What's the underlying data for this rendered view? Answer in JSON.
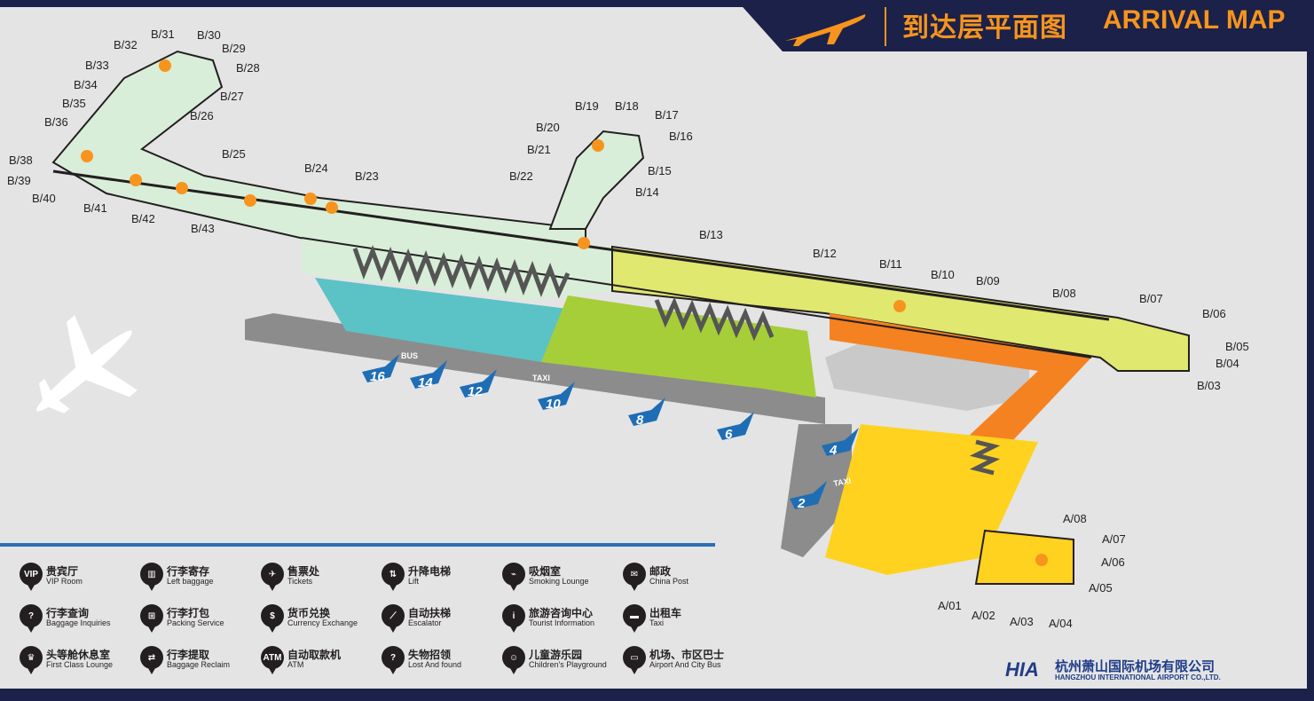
{
  "header": {
    "title_cn": "到达层平面图",
    "title_en": "ARRIVAL MAP"
  },
  "gates": [
    {
      "id": "b31",
      "label": "B/31"
    },
    {
      "id": "b30",
      "label": "B/30"
    },
    {
      "id": "b32",
      "label": "B/32"
    },
    {
      "id": "b29",
      "label": "B/29"
    },
    {
      "id": "b28",
      "label": "B/28"
    },
    {
      "id": "b33",
      "label": "B/33"
    },
    {
      "id": "b34",
      "label": "B/34"
    },
    {
      "id": "b27",
      "label": "B/27"
    },
    {
      "id": "b35",
      "label": "B/35"
    },
    {
      "id": "b26",
      "label": "B/26"
    },
    {
      "id": "b36",
      "label": "B/36"
    },
    {
      "id": "b38",
      "label": "B/38"
    },
    {
      "id": "b39",
      "label": "B/39"
    },
    {
      "id": "b40",
      "label": "B/40"
    },
    {
      "id": "b41",
      "label": "B/41"
    },
    {
      "id": "b42",
      "label": "B/42"
    },
    {
      "id": "b43",
      "label": "B/43"
    },
    {
      "id": "b25",
      "label": "B/25"
    },
    {
      "id": "b24",
      "label": "B/24"
    },
    {
      "id": "b23",
      "label": "B/23"
    },
    {
      "id": "b19",
      "label": "B/19"
    },
    {
      "id": "b18",
      "label": "B/18"
    },
    {
      "id": "b17",
      "label": "B/17"
    },
    {
      "id": "b20",
      "label": "B/20"
    },
    {
      "id": "b16",
      "label": "B/16"
    },
    {
      "id": "b21",
      "label": "B/21"
    },
    {
      "id": "b22",
      "label": "B/22"
    },
    {
      "id": "b15",
      "label": "B/15"
    },
    {
      "id": "b14",
      "label": "B/14"
    },
    {
      "id": "b13",
      "label": "B/13"
    },
    {
      "id": "b12",
      "label": "B/12"
    },
    {
      "id": "b11",
      "label": "B/11"
    },
    {
      "id": "b10",
      "label": "B/10"
    },
    {
      "id": "b09",
      "label": "B/09"
    },
    {
      "id": "b08",
      "label": "B/08"
    },
    {
      "id": "b07",
      "label": "B/07"
    },
    {
      "id": "b06",
      "label": "B/06"
    },
    {
      "id": "b05",
      "label": "B/05"
    },
    {
      "id": "b04",
      "label": "B/04"
    },
    {
      "id": "b03",
      "label": "B/03"
    },
    {
      "id": "a08",
      "label": "A/08"
    },
    {
      "id": "a07",
      "label": "A/07"
    },
    {
      "id": "a06",
      "label": "A/06"
    },
    {
      "id": "a05",
      "label": "A/05"
    },
    {
      "id": "a01",
      "label": "A/01"
    },
    {
      "id": "a02",
      "label": "A/02"
    },
    {
      "id": "a03",
      "label": "A/03"
    },
    {
      "id": "a04",
      "label": "A/04"
    }
  ],
  "exits": [
    {
      "id": "exit16",
      "label": "16"
    },
    {
      "id": "exit14",
      "label": "14"
    },
    {
      "id": "exit12",
      "label": "12"
    },
    {
      "id": "exit10",
      "label": "10"
    },
    {
      "id": "exit8",
      "label": "8"
    },
    {
      "id": "exit6",
      "label": "6"
    },
    {
      "id": "exit4",
      "label": "4"
    },
    {
      "id": "exit2",
      "label": "2"
    }
  ],
  "map_labels": {
    "bus": "BUS",
    "taxi1": "TAXI",
    "taxi2": "TAXI"
  },
  "legend": [
    {
      "icon": "vip-room-icon",
      "glyph": "VIP",
      "cn": "贵宾厅",
      "en": "VIP Room"
    },
    {
      "icon": "baggage-inquiries-icon",
      "glyph": "?",
      "cn": "行李查询",
      "en": "Baggage Inquiries"
    },
    {
      "icon": "first-class-lounge-icon",
      "glyph": "♛",
      "cn": "头等舱休息室",
      "en": "First Class Lounge"
    },
    {
      "icon": "left-baggage-icon",
      "glyph": "▥",
      "cn": "行李寄存",
      "en": "Left baggage"
    },
    {
      "icon": "packing-service-icon",
      "glyph": "⊞",
      "cn": "行李打包",
      "en": "Packing Service"
    },
    {
      "icon": "baggage-reclaim-icon",
      "glyph": "⇄",
      "cn": "行李提取",
      "en": "Baggage Reclaim"
    },
    {
      "icon": "tickets-icon",
      "glyph": "✈",
      "cn": "售票处",
      "en": "Tickets"
    },
    {
      "icon": "currency-exchange-icon",
      "glyph": "$",
      "cn": "货币兑换",
      "en": "Currency Exchange"
    },
    {
      "icon": "atm-icon",
      "glyph": "ATM",
      "cn": "自动取款机",
      "en": "ATM"
    },
    {
      "icon": "lift-icon",
      "glyph": "⇅",
      "cn": "升降电梯",
      "en": "Lift"
    },
    {
      "icon": "escalator-icon",
      "glyph": "⟋",
      "cn": "自动扶梯",
      "en": "Escalator"
    },
    {
      "icon": "lost-and-found-icon",
      "glyph": "?",
      "cn": "失物招领",
      "en": "Lost And found"
    },
    {
      "icon": "smoking-lounge-icon",
      "glyph": "⌁",
      "cn": "吸烟室",
      "en": "Smoking Lounge"
    },
    {
      "icon": "tourist-information-icon",
      "glyph": "i",
      "cn": "旅游咨询中心",
      "en": "Tourist Information"
    },
    {
      "icon": "childrens-playground-icon",
      "glyph": "☺",
      "cn": "儿童游乐园",
      "en": "Children's Playground"
    },
    {
      "icon": "china-post-icon",
      "glyph": "✉",
      "cn": "邮政",
      "en": "China Post"
    },
    {
      "icon": "taxi-icon",
      "glyph": "▬",
      "cn": "出租车",
      "en": "Taxi"
    },
    {
      "icon": "airport-bus-icon",
      "glyph": "▭",
      "cn": "机场、市区巴士",
      "en": "Airport And City Bus"
    }
  ],
  "logo": {
    "mark": "HIA",
    "cn": "杭州萧山国际机场有限公司",
    "en": "HANGZHOU INTERNATIONAL AIRPORT CO.,LTD."
  },
  "colors": {
    "frame": "#1b2148",
    "background": "#e4e4e4",
    "accent": "#f7941d",
    "pier": "#d8eed8",
    "teal": "#5bc2c6",
    "green": "#a6ce39",
    "lime": "#e0e870",
    "orange": "#f58220",
    "yellow": "#ffd21f",
    "exit_blue": "#1f6db5"
  }
}
